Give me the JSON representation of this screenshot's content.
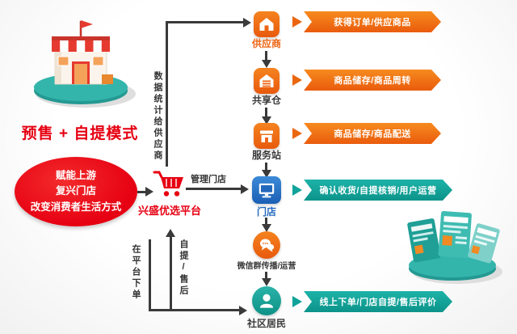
{
  "title": "预售 + 自提模式",
  "mission": {
    "line1": "赋能上游",
    "line2": "复兴门店",
    "line3": "改变消费者生活方式"
  },
  "platform": {
    "label": "兴盛优选平台"
  },
  "flow_labels": {
    "data_to_supplier": "数据统计给供应商",
    "manage_store": "管理门店",
    "pickup_aftersale": "自提/售后",
    "order_on_platform": "在平台下单"
  },
  "chain": [
    {
      "label": "供应商",
      "icon": "house-icon"
    },
    {
      "label": "共享仓",
      "icon": "warehouse-icon"
    },
    {
      "label": "服务站",
      "icon": "service-station-icon"
    },
    {
      "label": "门店",
      "icon": "storefront-monitor-icon"
    },
    {
      "label": "微信群传播/运营",
      "icon": "chat-bubbles-icon"
    },
    {
      "label": "社区居民",
      "icon": "person-icon"
    }
  ],
  "banners": [
    {
      "text": "获得订单/供应商品",
      "color": "#ee6410"
    },
    {
      "text": "商品储存/商品周转",
      "color": "#ee6410"
    },
    {
      "text": "商品储存/商品配送",
      "color": "#ee6410"
    },
    {
      "text": "确认收货/自提核销/用户运营",
      "color": "#10a39a"
    },
    {
      "text": "线上下单/门店自提/售后评价",
      "color": "#10a39a"
    }
  ],
  "colors": {
    "red": "#e60012",
    "orange": "#ee6410",
    "teal": "#10a39a",
    "blue": "#2268bd",
    "line": "#3a3a3a"
  }
}
